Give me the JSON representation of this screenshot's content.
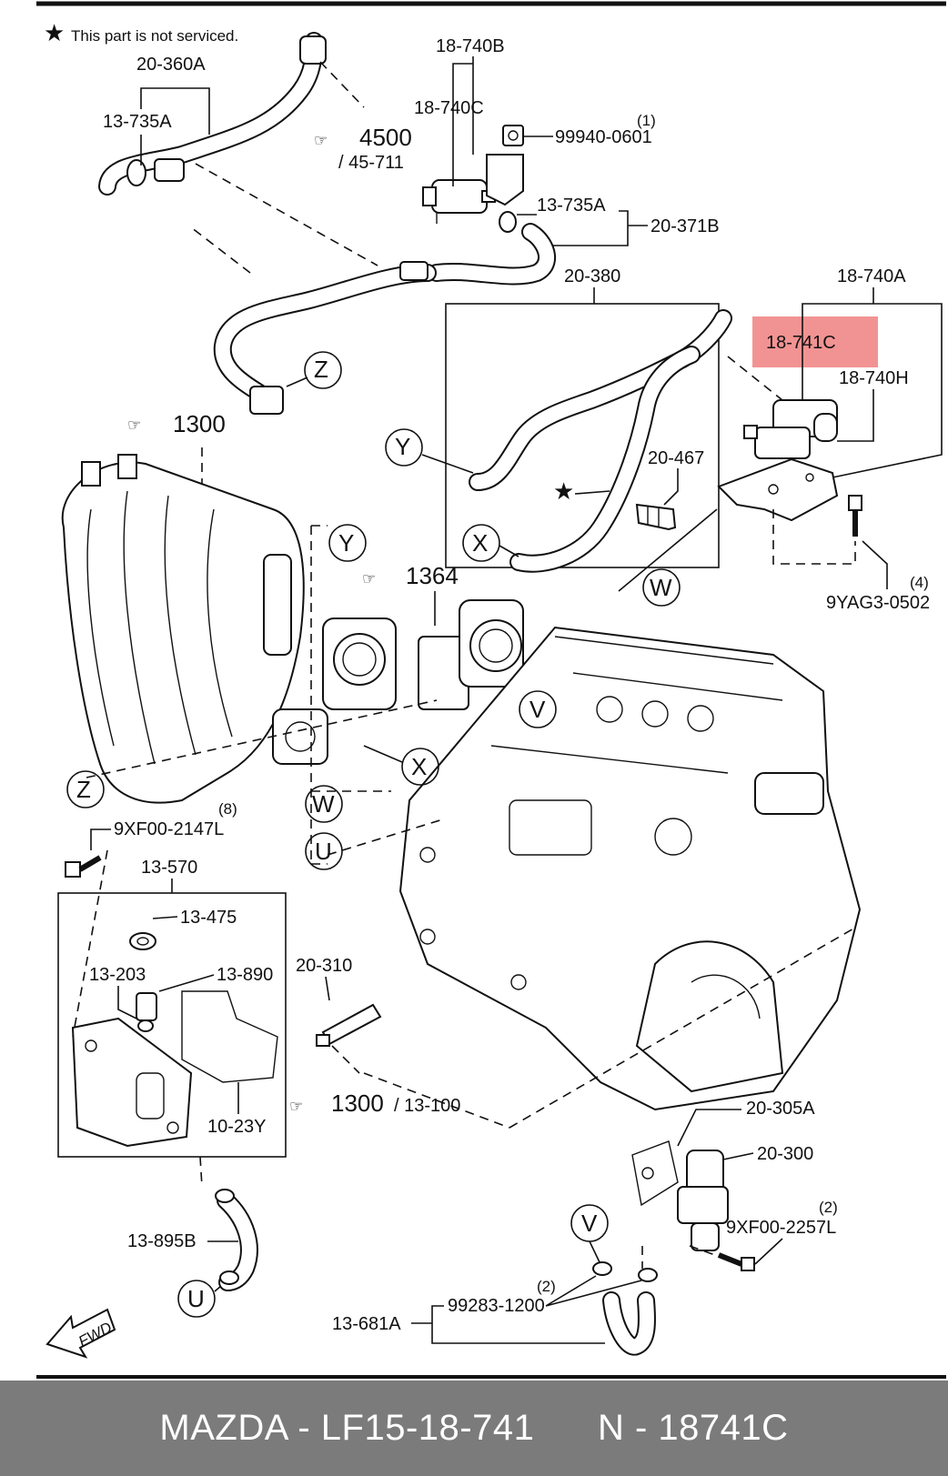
{
  "diagram": {
    "note": "This part is not serviced.",
    "note_symbol": "★",
    "highlight_color": "#f08080",
    "labels": {
      "p20_360A": "20-360A",
      "p13_735A_a": "13-735A",
      "p18_740B": "18-740B",
      "p18_740C": "18-740C",
      "p99940_0601": "99940-0601",
      "p99940_qty": "(1)",
      "ref4500": "4500",
      "ref45_711": "/ 45-711",
      "p13_735A_b": "13-735A",
      "p20_371B": "20-371B",
      "p20_380": "20-380",
      "p18_740A": "18-740A",
      "p18_741C": "18-741C",
      "p18_740H": "18-740H",
      "p20_467": "20-467",
      "p9YAG3_qty": "(4)",
      "p9YAG3_0502": "9YAG3-0502",
      "ref1300_a": "1300",
      "ref1364": "1364",
      "p9XF00_2147L_qty": "(8)",
      "p9XF00_2147L": "9XF00-2147L",
      "p13_570": "13-570",
      "p13_475": "13-475",
      "p13_203": "13-203",
      "p13_890": "13-890",
      "p10_23Y": "10-23Y",
      "p20_310": "20-310",
      "ref1300_b": "1300",
      "ref13_100": "/ 13-100",
      "p20_305A": "20-305A",
      "p20_300": "20-300",
      "p9XF00_2257L_qty": "(2)",
      "p9XF00_2257L": "9XF00-2257L",
      "p13_895B": "13-895B",
      "p99283_qty": "(2)",
      "p99283_1200": "99283-1200",
      "p13_681A": "13-681A",
      "fwd": "FWD"
    },
    "callouts": {
      "z_top": "Z",
      "y_left": "Y",
      "x_box": "X",
      "w_box": "W",
      "y_mid": "Y",
      "v_mid": "V",
      "x_mid": "X",
      "z_left": "Z",
      "w_left": "W",
      "u_left": "U",
      "v_bottom": "V",
      "u_bottom": "U"
    }
  },
  "footer": {
    "brand": "MAZDA",
    "part_number": "LF15-18-741",
    "ref": "N - 18741C"
  }
}
